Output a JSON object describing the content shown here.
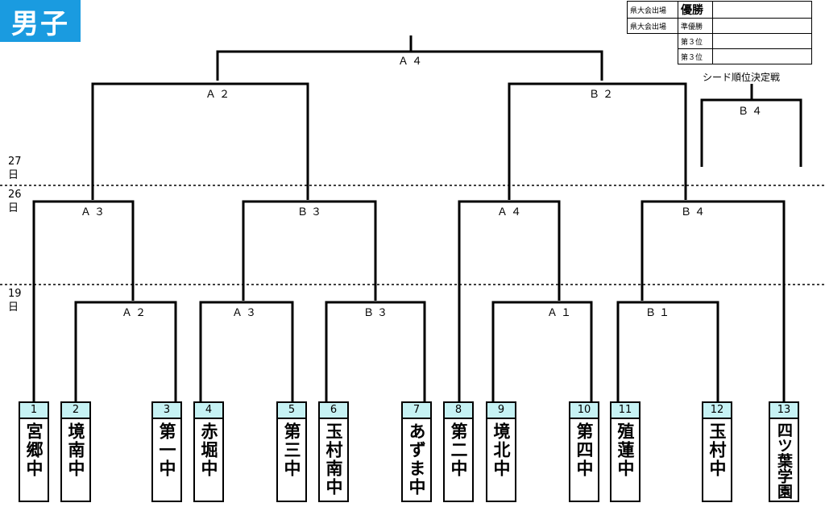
{
  "title": "男子",
  "results": {
    "rows": [
      {
        "label1": "県大会出場",
        "label2": "優勝",
        "value": ""
      },
      {
        "label1": "県大会出場",
        "label2": "準優勝",
        "value": ""
      },
      {
        "label1": "",
        "label2": "第３位",
        "value": ""
      },
      {
        "label1": "",
        "label2": "第３位",
        "value": ""
      }
    ],
    "seed_title": "シード順位決定戦"
  },
  "dates": {
    "d27": {
      "num": "27",
      "unit": "日"
    },
    "d26": {
      "num": "26",
      "unit": "日"
    },
    "d19": {
      "num": "19",
      "unit": "日"
    }
  },
  "matches": {
    "final": "Ａ４",
    "semi_left": "Ａ２",
    "semi_right": "Ｂ２",
    "seed_match": "Ｂ４",
    "qf_1": "Ａ３",
    "qf_2": "Ｂ３",
    "qf_3": "Ａ４",
    "qf_4": "Ｂ４",
    "r1_1": "Ａ２",
    "r1_2": "Ａ３",
    "r1_3": "Ｂ３",
    "r1_4": "Ａ１",
    "r1_5": "Ｂ１"
  },
  "teams": [
    {
      "num": "1",
      "name": "宮郷中"
    },
    {
      "num": "2",
      "name": "境南中"
    },
    {
      "num": "3",
      "name": "第一中"
    },
    {
      "num": "4",
      "name": "赤堀中"
    },
    {
      "num": "5",
      "name": "第三中"
    },
    {
      "num": "6",
      "name": "玉村南中"
    },
    {
      "num": "7",
      "name": "あずま中"
    },
    {
      "num": "8",
      "name": "第二中"
    },
    {
      "num": "9",
      "name": "境北中"
    },
    {
      "num": "10",
      "name": "第四中"
    },
    {
      "num": "11",
      "name": "殖蓮中"
    },
    {
      "num": "12",
      "name": "玉村中"
    },
    {
      "num": "13",
      "name": "四ツ葉学園"
    }
  ]
}
